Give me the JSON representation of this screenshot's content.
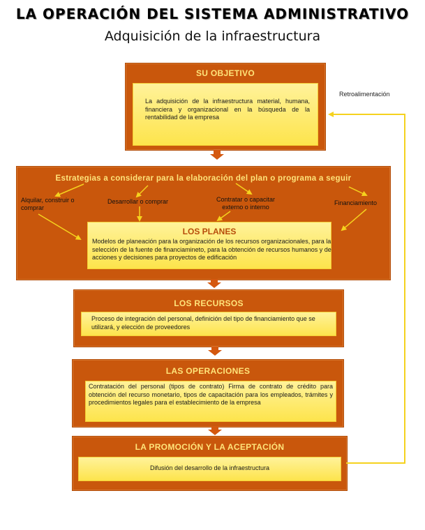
{
  "header": {
    "title": "LA OPERACIÓN DEL SISTEMA ADMINISTRATIVO",
    "subtitle": "Adquisición de la infraestructura"
  },
  "feedback_label": "Retroalimentación",
  "objetivo": {
    "title": "SU OBJETIVO",
    "text": "La adquisición de la infraestructura material, humana, financiera y organizacional en la búsqueda de la rentabilidad de la empresa"
  },
  "estrategias": {
    "title": "Estrategias a considerar para la elaboración del plan o programa a seguir",
    "options": [
      {
        "label": "Alquilar, construir o comprar"
      },
      {
        "label": "Desarrollar o comprar"
      },
      {
        "label": "Contratar o capacitar externo o interno"
      },
      {
        "label": "Financiamiento"
      }
    ]
  },
  "planes": {
    "title": "LOS PLANES",
    "text": "Modelos de planeación para la organización de los recursos  organizacionales, para la selección de la fuente de financiamineto, para la obtención de recursos humanos y de acciones y decisiones para proyectos de edificación"
  },
  "recursos": {
    "title": "LOS RECURSOS",
    "text": "Proceso de integración del personal, definición del tipo de financiamiento que se utilizará, y elección  de proveedores"
  },
  "operaciones": {
    "title": "LAS OPERACIONES",
    "text": "Contratación del personal (tipos de contrato) Firma de contrato de crédito para obtención del recurso monetario, tipos de capacitación para los empleados, trámites y procedimientos legales para el  establecimiento de la empresa"
  },
  "promocion": {
    "title": "LA PROMOCIÓN Y LA ACEPTACIÓN",
    "text": "Difusión del desarrollo de la infraestructura"
  },
  "colors": {
    "box": "#c9570c",
    "inner": "#fde44c",
    "title_text": "#ffe47a",
    "connector": "#f5d21e"
  }
}
